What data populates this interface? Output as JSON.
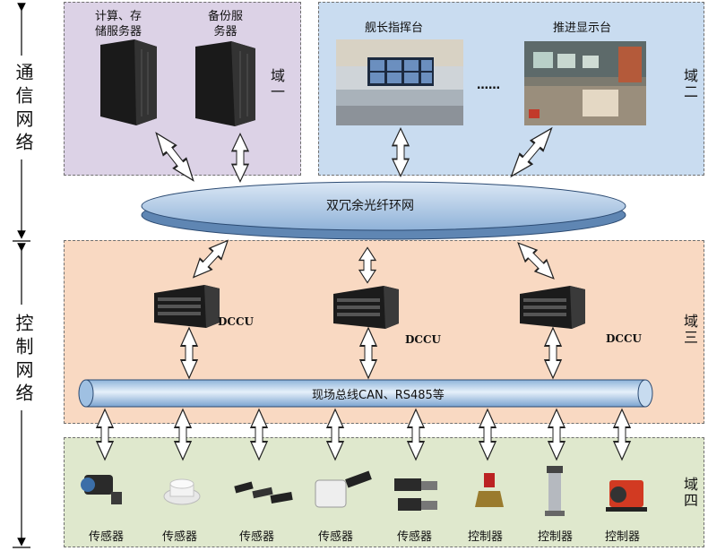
{
  "side_labels": {
    "top": "通信网络",
    "bottom": "控制网络"
  },
  "domains": [
    {
      "name": "域一"
    },
    {
      "name": "域二"
    },
    {
      "name": "域三"
    },
    {
      "name": "域四"
    }
  ],
  "domain1": {
    "server1": "计算、存\n储服务器",
    "server2": "备份服\n务器"
  },
  "domain2": {
    "console1": "舰长指挥台",
    "dots": "……",
    "console2": "推进显示台"
  },
  "ring_network": "双冗余光纤环网",
  "dccu_label": "DCCU",
  "fieldbus": "现场总线CAN、RS485等",
  "field_devices": [
    "传感器",
    "传感器",
    "传感器",
    "传感器",
    "传感器",
    "控制器",
    "控制器",
    "控制器"
  ],
  "colors": {
    "domain1_bg": "#dcd2e6",
    "domain2_bg": "#c9dcf0",
    "domain3_bg": "#f9d9c2",
    "domain4_bg": "#dfe8cd",
    "ring_fill": "#a9c6e4",
    "bus_fill": "#b9d2ea"
  }
}
